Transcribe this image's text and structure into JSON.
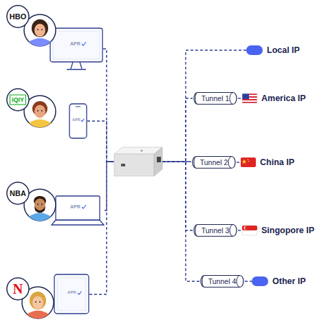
{
  "diagram": {
    "nodes": [
      {
        "text": [
          "APR"
        ]
      },
      {
        "text": [
          "APR"
        ]
      },
      {
        "text": [
          "APR"
        ]
      },
      {
        "text": [
          "APR"
        ]
      },
      {
        "text": []
      },
      {
        "text": [
          "Local IP"
        ]
      },
      {
        "text": [
          "Tunnel 1"
        ]
      },
      {
        "text": [
          "America IP"
        ]
      },
      {
        "text": [
          "Tunnel 2"
        ]
      },
      {
        "text": [
          "China IP"
        ]
      },
      {
        "text": [
          "Tunnel 3"
        ]
      },
      {
        "text": [
          "Singopore IP"
        ]
      },
      {
        "text": [
          "Tunnel 4"
        ]
      },
      {
        "text": [
          "Other IP"
        ]
      }
    ],
    "edges": [
      {
        "from": 0,
        "to": 4,
        "arrow": "none"
      },
      {
        "from": 1,
        "to": 4,
        "arrow": "none"
      },
      {
        "from": 2,
        "to": 4,
        "arrow": "none"
      },
      {
        "from": 3,
        "to": 4,
        "arrow": "none"
      },
      {
        "from": 4,
        "to": 5,
        "arrow": "none"
      },
      {
        "from": 4,
        "to": 6,
        "arrow": "none"
      },
      {
        "from": 6,
        "to": 7,
        "arrow": "none"
      },
      {
        "from": 4,
        "to": 8,
        "arrow": "none"
      },
      {
        "from": 8,
        "to": 9,
        "arrow": "none"
      },
      {
        "from": 4,
        "to": 10,
        "arrow": "none"
      },
      {
        "from": 10,
        "to": 11,
        "arrow": "none"
      },
      {
        "from": 4,
        "to": 12,
        "arrow": "none"
      },
      {
        "from": 12,
        "to": 13,
        "arrow": "none"
      }
    ],
    "labels": [
      "HBO",
      "iQIY",
      "NBA",
      "N"
    ]
  }
}
